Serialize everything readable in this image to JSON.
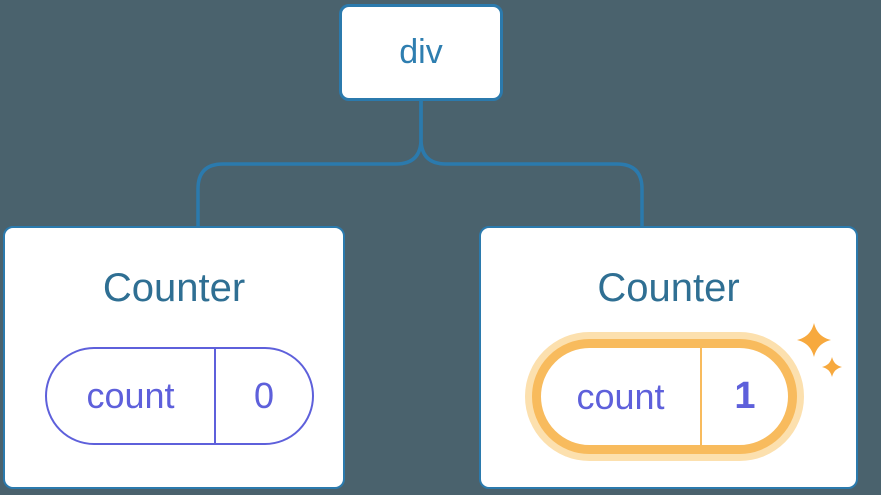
{
  "diagram": {
    "root": {
      "label": "div"
    },
    "children": [
      {
        "title": "Counter",
        "state": {
          "key": "count",
          "value": "0"
        },
        "highlighted": false
      },
      {
        "title": "Counter",
        "state": {
          "key": "count",
          "value": "1"
        },
        "highlighted": true
      }
    ],
    "icons": [
      "sparkles-icon"
    ]
  },
  "colors": {
    "background": "#4A626D",
    "connector": "#2B7AAD",
    "node_border": "#2B7AAD",
    "node_fill": "#FFFFFF",
    "root_label": "#2E7EB0",
    "title": "#2F6F93",
    "state": "#5E60DB",
    "highlight": "#F8BB5D",
    "highlight_glow": "#FCE0AE",
    "sparkle": "#F7A93E"
  }
}
